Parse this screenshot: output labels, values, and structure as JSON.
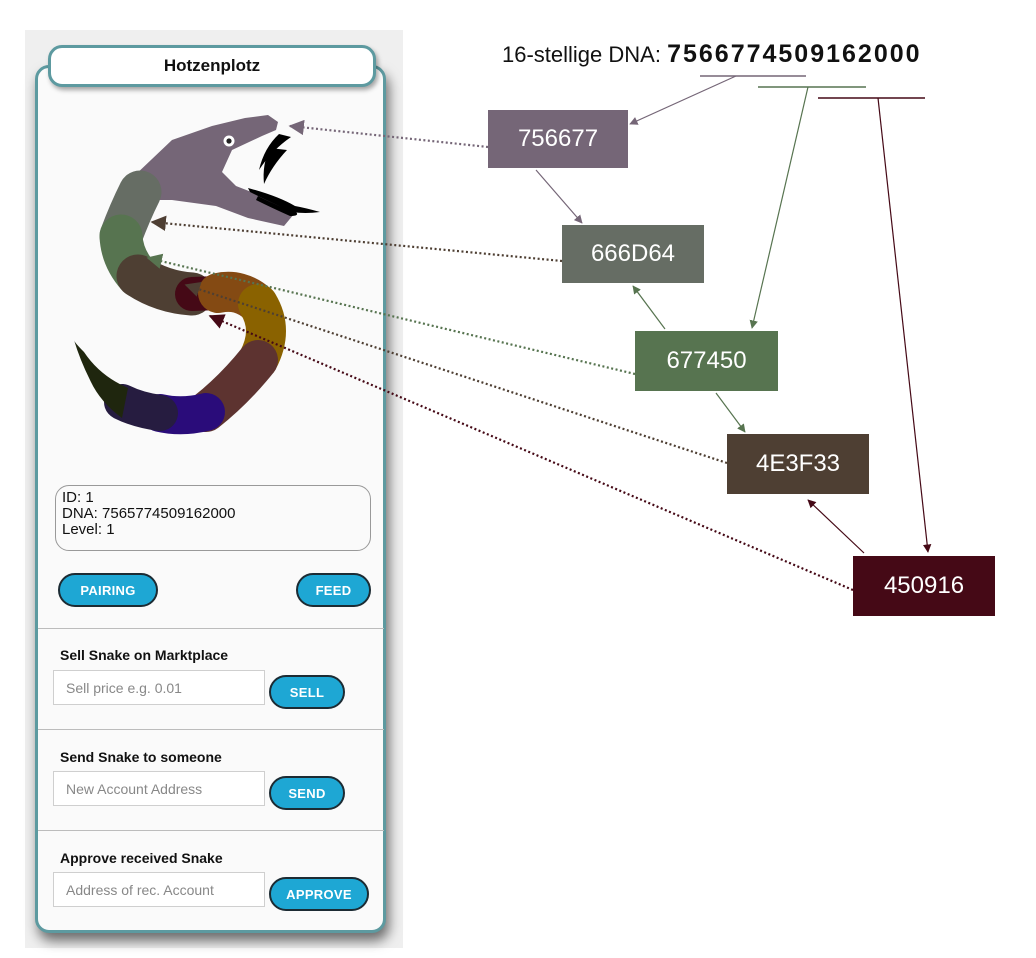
{
  "card": {
    "title": "Hotzenplotz",
    "info": {
      "id_line": "ID: 1",
      "dna_line": "DNA: 7565774509162000",
      "level_line": "Level: 1"
    },
    "buttons": {
      "pairing": "PAIRING",
      "feed": "FEED"
    },
    "sell": {
      "title": "Sell Snake on Marktplace",
      "placeholder": "Sell price e.g. 0.01",
      "button": "SELL"
    },
    "send": {
      "title": "Send Snake to someone",
      "placeholder": "New Account Address",
      "button": "SEND"
    },
    "approve": {
      "title": "Approve received Snake",
      "placeholder": "Address of rec. Account",
      "button": "APPROVE"
    }
  },
  "diagram": {
    "dna_label": "16-stellige DNA:",
    "dna_value": "7566774509162000",
    "segments": [
      {
        "hex": "756677",
        "color": "#756677"
      },
      {
        "hex": "666D64",
        "color": "#666d64"
      },
      {
        "hex": "677450",
        "color": "#577450"
      },
      {
        "hex": "4E3F33",
        "color": "#4e3f33"
      },
      {
        "hex": "450916",
        "color": "#450916"
      }
    ]
  }
}
